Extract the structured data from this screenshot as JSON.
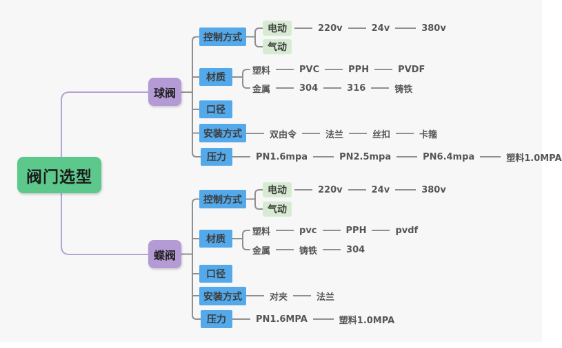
{
  "colors": {
    "canvas_background": "#f7f7f7",
    "root_fill": "#5cc88c",
    "branch_fill": "#b49bd6",
    "topic_fill": "#54a9ea",
    "subtopic_fill": "#d7ebd3",
    "branch_line": "#b5a2d6",
    "connector_line": "#8f8f8f",
    "text_plain": "#565656"
  },
  "root": {
    "label": "阀门选型"
  },
  "ball": {
    "label": "球阀",
    "control": {
      "label": "控制方式",
      "electric": {
        "label": "电动",
        "chain": {
          "v1": "220v",
          "v2": "24v",
          "v3": "380v"
        }
      },
      "pneumatic": {
        "label": "气动"
      }
    },
    "material": {
      "label": "材质",
      "plastic": {
        "label": "塑料",
        "chain": {
          "m1": "PVC",
          "m2": "PPH",
          "m3": "PVDF"
        }
      },
      "metal": {
        "label": "金属",
        "chain": {
          "m1": "304",
          "m2": "316",
          "m3": "铸铁"
        }
      }
    },
    "diameter": {
      "label": "口径"
    },
    "install": {
      "label": "安装方式",
      "chain": {
        "i1": "双由令",
        "i2": "法兰",
        "i3": "丝扣",
        "i4": "卡箍"
      }
    },
    "pressure": {
      "label": "压力",
      "chain": {
        "p1": "PN1.6mpa",
        "p2": "PN2.5mpa",
        "p3": "PN6.4mpa",
        "p4": "塑料1.0MPA"
      }
    }
  },
  "butterfly": {
    "label": "蝶阀",
    "control": {
      "label": "控制方式",
      "electric": {
        "label": "电动",
        "chain": {
          "v1": "220v",
          "v2": "24v",
          "v3": "380v"
        }
      },
      "pneumatic": {
        "label": "气动"
      }
    },
    "material": {
      "label": "材质",
      "plastic": {
        "label": "塑料",
        "chain": {
          "m1": "pvc",
          "m2": "PPH",
          "m3": "pvdf"
        }
      },
      "metal": {
        "label": "金属",
        "chain": {
          "m1": "铸铁",
          "m2": "304"
        }
      }
    },
    "diameter": {
      "label": "口径"
    },
    "install": {
      "label": "安装方式",
      "chain": {
        "i1": "对夹",
        "i2": "法兰"
      }
    },
    "pressure": {
      "label": "压力",
      "chain": {
        "p1": "PN1.6MPA",
        "p2": "塑料1.0MPA"
      }
    }
  }
}
